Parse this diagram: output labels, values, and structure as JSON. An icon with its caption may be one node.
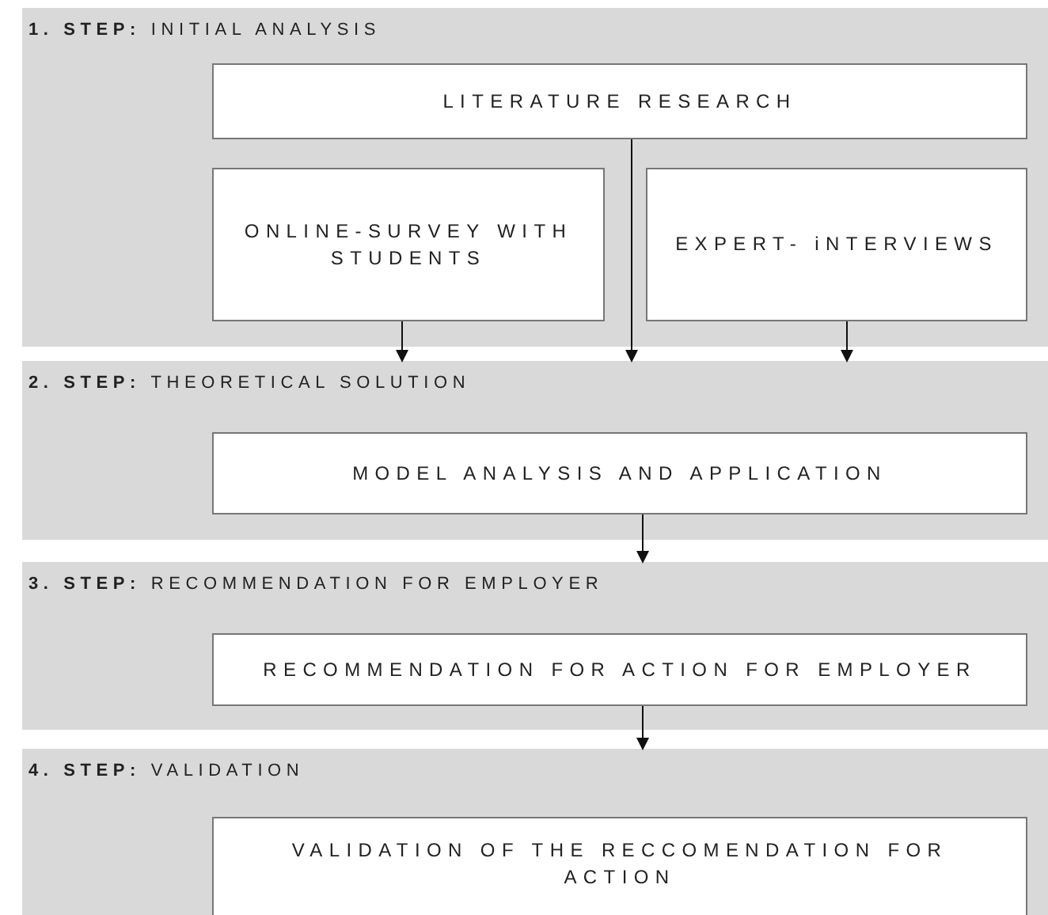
{
  "diagram": {
    "nodes": [
      {
        "text": [
          "**1. STEP:** INITIAL ANALYSIS"
        ]
      },
      {
        "text": [
          "LITERATURE RESEARCH"
        ],
        "in": 0
      },
      {
        "text": [
          "ONLINE-SURVEY WITH STUDENTS"
        ],
        "in": 0
      },
      {
        "text": [
          "EXPERT- iNTERVIEWS"
        ],
        "in": 0
      },
      {
        "text": [
          "**2. STEP:** THEORETICAL SOLUTION"
        ]
      },
      {
        "text": [
          "MODEL ANALYSIS AND APPLICATION"
        ],
        "in": 4
      },
      {
        "text": [
          "**3. STEP:** RECOMMENDATION FOR EMPLOYER"
        ]
      },
      {
        "text": [
          "RECOMMENDATION FOR ACTION FOR EMPLOYER"
        ],
        "in": 6
      },
      {
        "text": [
          "**4. STEP:** VALIDATION"
        ]
      },
      {
        "text": [
          "VALIDATION OF THE RECCOMENDATION FOR ACTION"
        ],
        "in": 8
      }
    ],
    "edges": [
      {
        "from": 2,
        "to": 4,
        "arrow": "to"
      },
      {
        "from": 1,
        "to": 4,
        "arrow": "to"
      },
      {
        "from": 3,
        "to": 4,
        "arrow": "to"
      },
      {
        "from": 5,
        "to": 6,
        "arrow": "to"
      },
      {
        "from": 7,
        "to": 8,
        "arrow": "to"
      }
    ]
  }
}
